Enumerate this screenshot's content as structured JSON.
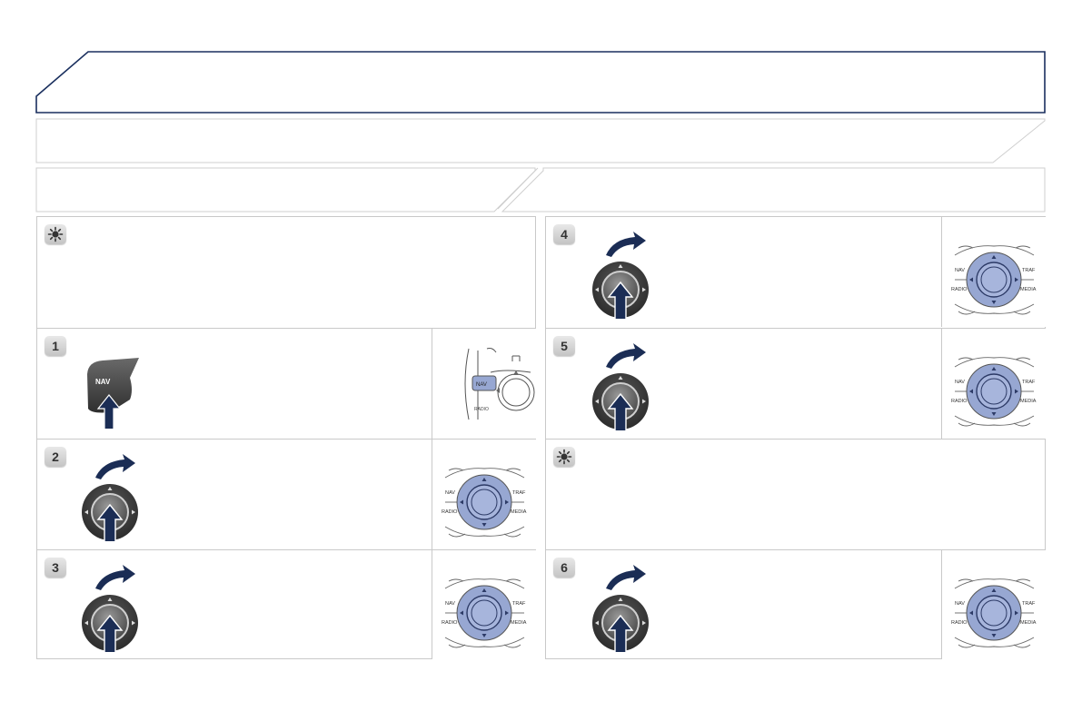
{
  "header": {
    "title": "",
    "subtitle": ""
  },
  "section_tabs": [
    {
      "label": ""
    },
    {
      "label": ""
    }
  ],
  "left_panel": {
    "tip": {
      "icon": "lightbulb-tip-icon",
      "text": ""
    },
    "steps": [
      {
        "number": "1",
        "text": "",
        "action_icon": "nav-button-press-icon",
        "thumbnail": "dashboard-nav-button-thumbnail"
      },
      {
        "number": "2",
        "text": "",
        "action_icon": "dial-rotate-press-icon",
        "thumbnail": "control-dial-thumbnail"
      },
      {
        "number": "3",
        "text": "",
        "action_icon": "dial-rotate-press-icon",
        "thumbnail": "control-dial-thumbnail"
      }
    ]
  },
  "right_panel": {
    "steps_top": [
      {
        "number": "4",
        "text": "",
        "action_icon": "dial-rotate-press-icon",
        "thumbnail": "control-dial-thumbnail"
      },
      {
        "number": "5",
        "text": "",
        "action_icon": "dial-rotate-press-icon",
        "thumbnail": "control-dial-thumbnail"
      }
    ],
    "tip": {
      "icon": "lightbulb-tip-icon",
      "text": ""
    },
    "steps_bottom": [
      {
        "number": "6",
        "text": "",
        "action_icon": "dial-rotate-press-icon",
        "thumbnail": "control-dial-thumbnail"
      }
    ]
  },
  "labels": {
    "nav_key": "NAV",
    "dial_nav": "NAV",
    "dial_traf": "TRAF",
    "dial_radio": "RADIO",
    "dial_media": "MEDIA"
  },
  "colors": {
    "frame_navy": "#1a2f5e",
    "arrow_navy": "#1b2d55",
    "panel_border": "#c9c9c9",
    "dial_blue": "#97a7d2",
    "dial_dark": "#3c3c3c"
  }
}
